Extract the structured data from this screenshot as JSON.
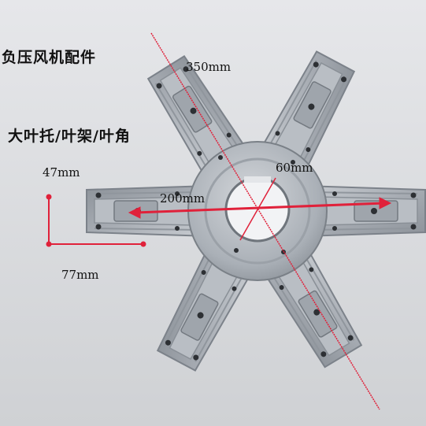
{
  "captions": {
    "product_name": "负压风机配件",
    "part_types": "大叶托/叶架/叶角"
  },
  "dimensions": {
    "blade_length": "350mm",
    "hub_bore": "60mm",
    "hub_diameter": "200mm",
    "arm_width": "47mm",
    "arm_tip_length": "77mm"
  },
  "colors": {
    "background": "#d9dadd",
    "metal": "#aeb3b9",
    "metal_dark": "#80868d",
    "measure_line": "#e0213a"
  }
}
